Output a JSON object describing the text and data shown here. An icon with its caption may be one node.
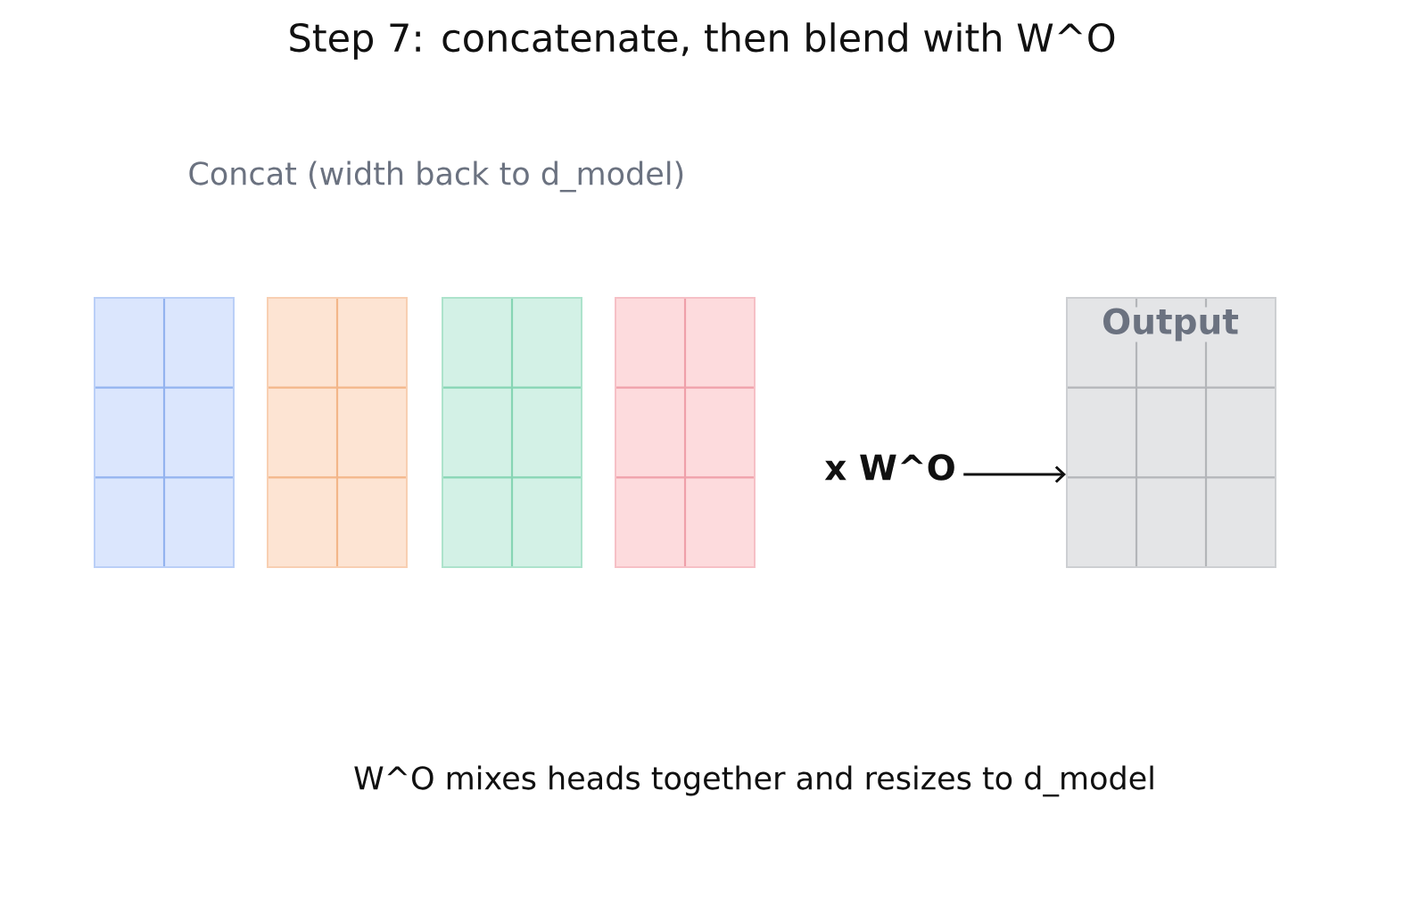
{
  "diagram": {
    "title": "Step 7: concatenate, then blend with W^O",
    "caption": "W^O mixes heads together and resizes to d_model",
    "nodes": [
      {
        "text": [],
        "shape": "box"
      },
      {
        "text": [],
        "shape": "box"
      },
      {
        "text": [],
        "shape": "box"
      },
      {
        "text": [],
        "shape": "box"
      },
      {
        "text": [
          "Output"
        ]
      },
      {
        "text": [
          "x W^O"
        ]
      }
    ],
    "edges": [
      {
        "from": 5,
        "to": 4,
        "arrow": "to"
      }
    ],
    "labels": [
      "Concat (width back to d_model)"
    ]
  }
}
